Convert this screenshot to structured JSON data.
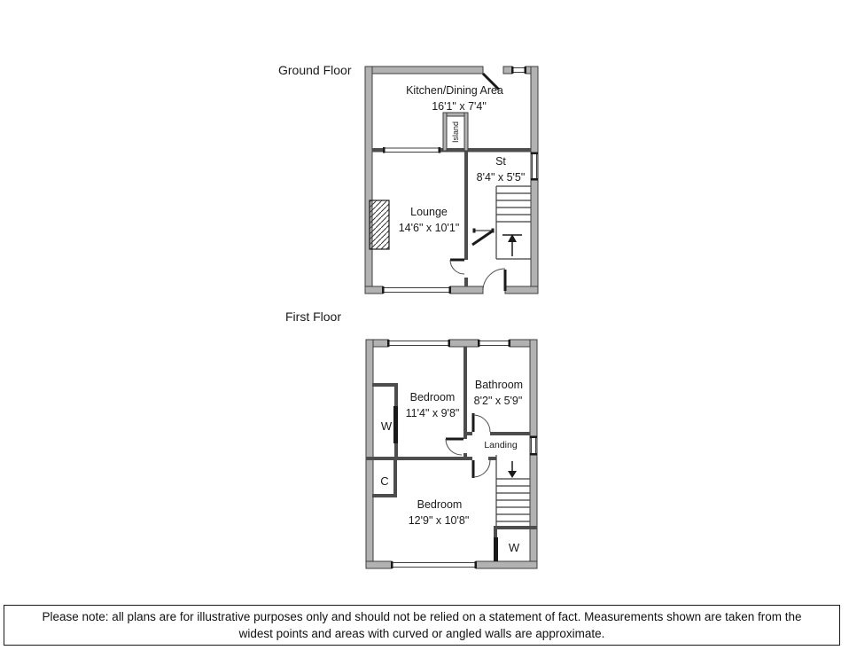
{
  "ground_floor": {
    "title": "Ground Floor",
    "kitchen": {
      "name": "Kitchen/Dining Area",
      "dims": "16'1\" x 7'4\""
    },
    "island_label": "Island",
    "storage": {
      "name": "St",
      "dims": "8'4\" x 5'5\""
    },
    "lounge": {
      "name": "Lounge",
      "dims": "14'6\" x 10'1\""
    }
  },
  "first_floor": {
    "title": "First Floor",
    "bedroom1": {
      "name": "Bedroom",
      "dims": "11'4\" x 9'8\""
    },
    "bathroom": {
      "name": "Bathroom",
      "dims": "8'2\" x 5'9\""
    },
    "wardrobe1_label": "W",
    "landing_label": "Landing",
    "cupboard_label": "C",
    "bedroom2": {
      "name": "Bedroom",
      "dims": "12'9\" x 10'8\""
    },
    "wardrobe2_label": "W"
  },
  "disclaimer": {
    "line1": "Please note: all plans are for illustrative purposes only and should not be relied on a statement of fact. Measurements shown are taken from the",
    "line2": "widest points and areas with curved or angled walls are approximate."
  },
  "palette": {
    "wall_fill": "#b2b2b2",
    "wall_stroke": "#3e3e3e",
    "interior_wall": "#4d4d4d",
    "text_color": "#1a1a1a"
  }
}
